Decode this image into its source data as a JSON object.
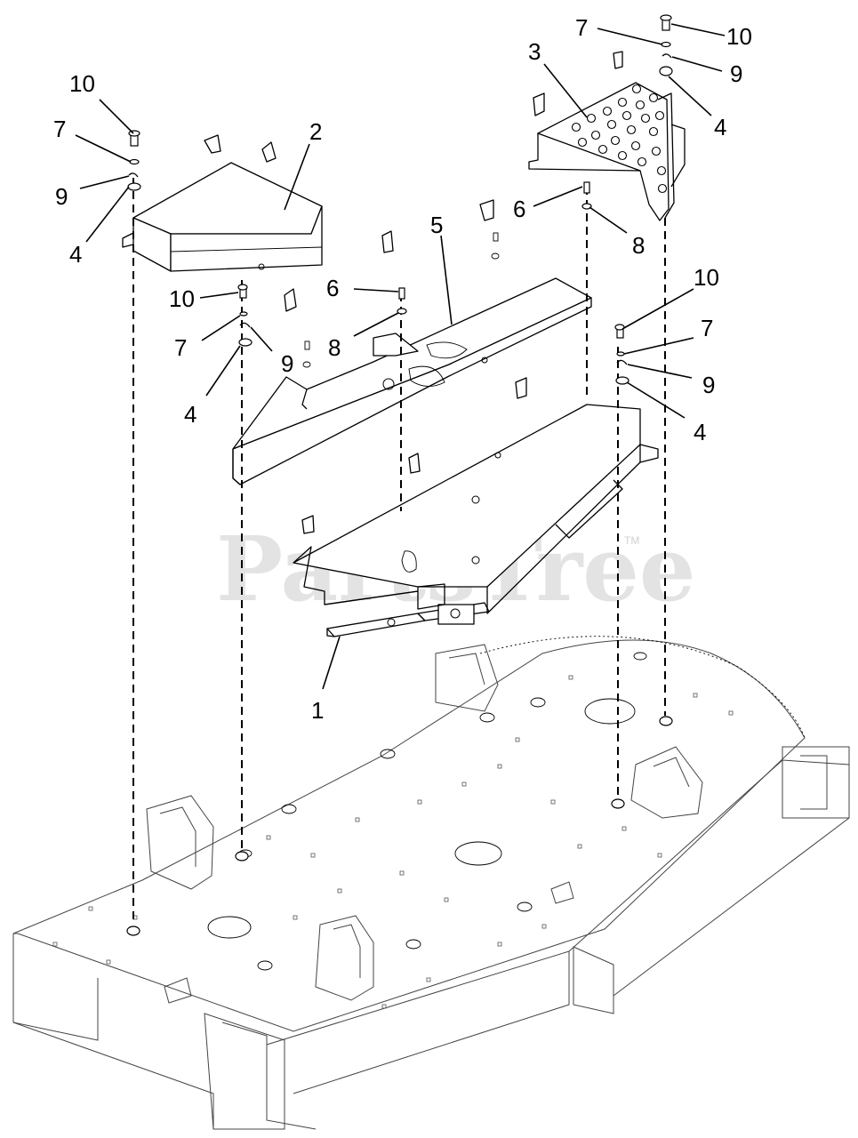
{
  "watermark": {
    "text": "PartsTree",
    "tm": "TM"
  },
  "callouts": {
    "c1": "1",
    "c2": "2",
    "c3": "3",
    "c4a": "4",
    "c4b": "4",
    "c4c": "4",
    "c4d": "4",
    "c5": "5",
    "c6a": "6",
    "c6b": "6",
    "c7a": "7",
    "c7b": "7",
    "c7c": "7",
    "c7d": "7",
    "c8a": "8",
    "c8b": "8",
    "c9a": "9",
    "c9b": "9",
    "c9c": "9",
    "c9d": "9",
    "c10a": "10",
    "c10b": "10",
    "c10c": "10",
    "c10d": "10"
  }
}
